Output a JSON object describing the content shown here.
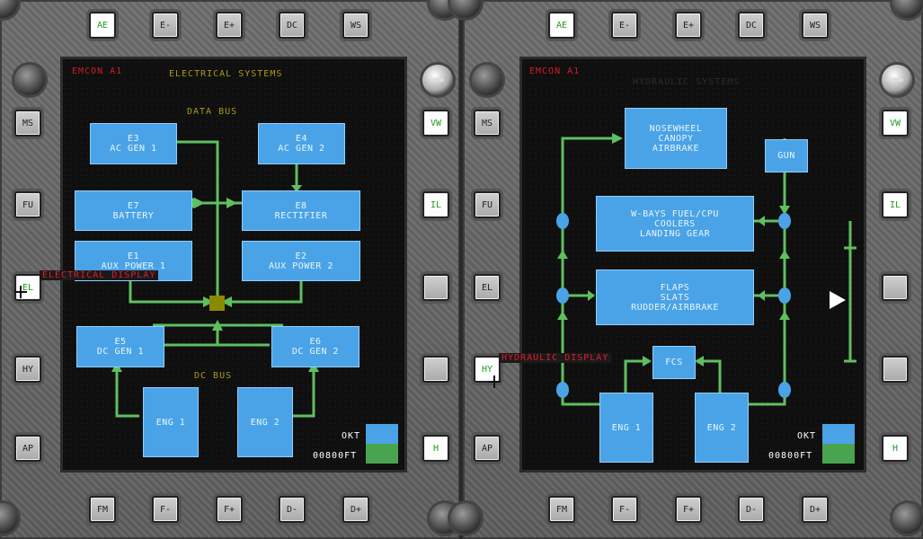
{
  "left": {
    "top_buttons": [
      {
        "label": "AE",
        "lit": true
      },
      {
        "label": "E-",
        "lit": false
      },
      {
        "label": "E+",
        "lit": false
      },
      {
        "label": "DC",
        "lit": false
      },
      {
        "label": "WS",
        "lit": false
      }
    ],
    "left_buttons": [
      {
        "label": "MS",
        "lit": false
      },
      {
        "label": "FU",
        "lit": false
      },
      {
        "label": "EL",
        "lit": true
      },
      {
        "label": "HY",
        "lit": false
      },
      {
        "label": "AP",
        "lit": false
      }
    ],
    "right_buttons": [
      {
        "label": "VW",
        "lit": true
      },
      {
        "label": "IL",
        "lit": true
      },
      {
        "label": "",
        "lit": false
      },
      {
        "label": "",
        "lit": false
      },
      {
        "label": "H",
        "lit": true
      }
    ],
    "bottom_buttons": [
      {
        "label": "FM",
        "lit": false
      },
      {
        "label": "F-",
        "lit": false
      },
      {
        "label": "F+",
        "lit": false
      },
      {
        "label": "D-",
        "lit": false
      },
      {
        "label": "D+",
        "lit": false
      }
    ],
    "screen": {
      "emcon": "EMCON A1",
      "title": "ELECTRICAL SYSTEMS",
      "data_bus": "DATA BUS",
      "dc_bus": "DC BUS",
      "blocks": {
        "e3": "E3\nAC GEN 1",
        "e4": "E4\nAC GEN 2",
        "e7": "E7\nBATTERY",
        "e8": "E8\nRECTIFIER",
        "e1": "E1\nAUX POWER 1",
        "e2": "E2\nAUX POWER 2",
        "e5": "E5\nDC GEN 1",
        "e6": "E6\nDC GEN 2",
        "eng1": "ENG 1",
        "eng2": "ENG 2"
      },
      "okt": "OKT",
      "alt": "00800FT"
    },
    "tooltip": "ELECTRICAL DISPLAY"
  },
  "right": {
    "top_buttons": [
      {
        "label": "AE",
        "lit": true
      },
      {
        "label": "E-",
        "lit": false
      },
      {
        "label": "E+",
        "lit": false
      },
      {
        "label": "DC",
        "lit": false
      },
      {
        "label": "WS",
        "lit": false
      }
    ],
    "left_buttons": [
      {
        "label": "MS",
        "lit": false
      },
      {
        "label": "FU",
        "lit": false
      },
      {
        "label": "EL",
        "lit": false
      },
      {
        "label": "HY",
        "lit": true
      },
      {
        "label": "AP",
        "lit": false
      }
    ],
    "right_buttons": [
      {
        "label": "VW",
        "lit": true
      },
      {
        "label": "IL",
        "lit": true
      },
      {
        "label": "",
        "lit": false
      },
      {
        "label": "",
        "lit": false
      },
      {
        "label": "H",
        "lit": true
      }
    ],
    "bottom_buttons": [
      {
        "label": "FM",
        "lit": false
      },
      {
        "label": "F-",
        "lit": false
      },
      {
        "label": "F+",
        "lit": false
      },
      {
        "label": "D-",
        "lit": false
      },
      {
        "label": "D+",
        "lit": false
      }
    ],
    "screen": {
      "emcon": "EMCON A1",
      "title": "HYDRAULIC SYSTEMS",
      "blocks": {
        "nosewheel": "NOSEWHEEL\nCANOPY\nAIRBRAKE",
        "gun": "GUN",
        "wbays": "W-BAYS FUEL/CPU\nCOOLERS\nLANDING GEAR",
        "flaps": "FLAPS\nSLATS\nRUDDER/AIRBRAKE",
        "fcs": "FCS",
        "eng1": "ENG 1",
        "eng2": "ENG 2"
      },
      "okt": "OKT",
      "alt": "00800FT"
    },
    "tooltip": "HYDRAULIC DISPLAY"
  },
  "colors": {
    "block": "#4aa3e6",
    "line": "#5fbf5f",
    "warn": "#d01c2a",
    "bus_node": "#8a8a00"
  }
}
